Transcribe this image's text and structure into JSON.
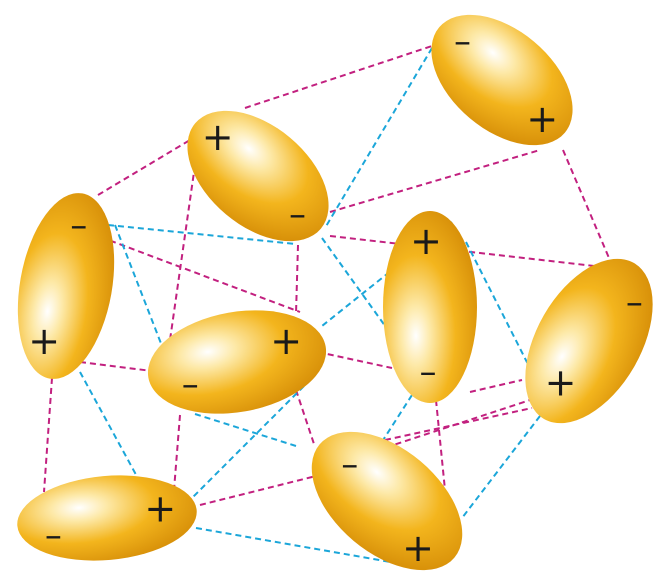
{
  "signs": {
    "plus": "+",
    "minus": "–"
  },
  "colors": {
    "molecule_fill": "#f3b51d",
    "molecule_highlight": "#ffffff",
    "attraction_line": "#c2207f",
    "repulsion_line": "#1ba6d9"
  },
  "molecules": [
    {
      "id": "m1",
      "pole_a": "minus",
      "pole_b": "plus"
    },
    {
      "id": "m2",
      "pole_a": "plus",
      "pole_b": "minus"
    },
    {
      "id": "m3",
      "pole_a": "minus",
      "pole_b": "plus"
    },
    {
      "id": "m4",
      "pole_a": "minus",
      "pole_b": "plus"
    },
    {
      "id": "m5",
      "pole_a": "plus",
      "pole_b": "minus"
    },
    {
      "id": "m6",
      "pole_a": "minus",
      "pole_b": "plus"
    },
    {
      "id": "m7",
      "pole_a": "minus",
      "pole_b": "plus"
    },
    {
      "id": "m8",
      "pole_a": "minus",
      "pole_b": "plus"
    }
  ]
}
